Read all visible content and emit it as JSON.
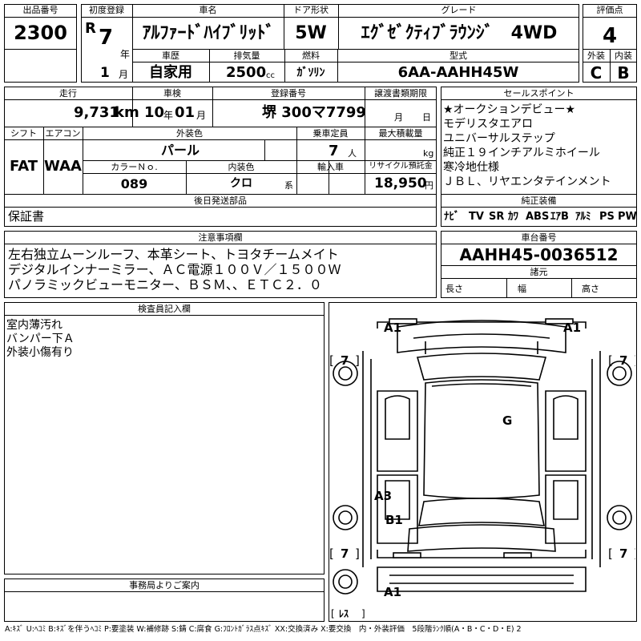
{
  "top": {
    "lot_label": "出品番号",
    "lot_value": "2300",
    "first_reg_label": "初度登録",
    "era_letter": "R",
    "year_value": "7",
    "year_unit": "年",
    "month_value": "1",
    "month_unit": "月",
    "car_name_label": "車名",
    "car_name_value": "ｱﾙﾌｧｰﾄﾞﾊｲﾌﾞﾘｯﾄﾞ",
    "door_label": "ドア形状",
    "door_value": "5W",
    "grade_label": "グレード",
    "grade_value": "ｴｸﾞｾﾞｸﾃｨﾌﾞﾗｳﾝｼﾞ　4WD",
    "score_label": "評価点",
    "score_value": "4",
    "history_label": "車歴",
    "history_value": "自家用",
    "displacement_label": "排気量",
    "displacement_value": "2500",
    "displacement_unit": "cc",
    "fuel_label": "燃料",
    "fuel_value": "ｶﾞｿﾘﾝ",
    "model_label": "型式",
    "model_value": "6AA-AAHH45W",
    "ext_grade_label": "外装",
    "ext_grade_value": "C",
    "int_grade_label": "内装",
    "int_grade_value": "B"
  },
  "mid": {
    "mileage_label": "走行",
    "mileage_value": "9,731",
    "mileage_unit": "km",
    "inspection_label": "車検",
    "insp_year": "10",
    "insp_year_unit": "年",
    "insp_month": "01",
    "insp_month_unit": "月",
    "plate_label": "登録番号",
    "plate_value": "堺 300マ7799",
    "transfer_label": "譲渡書類期限",
    "transfer_month_unit": "月",
    "transfer_day_unit": "日",
    "shift_label": "シフト",
    "shift_value": "FAT",
    "ac_label": "エアコン",
    "ac_value": "WAA",
    "ext_color_label": "外装色",
    "ext_color_value": "パール",
    "capacity_label": "乗車定員",
    "capacity_value": "7",
    "capacity_unit": "人",
    "load_label": "最大積載量",
    "load_unit": "kg",
    "color_no_label": "カラーＮｏ.",
    "color_no_value": "089",
    "int_color_label": "内装色",
    "int_color_value": "クロ",
    "int_color_unit": "系",
    "import_label": "輸入車",
    "recycle_label": "リサイクル預託金",
    "recycle_value": "18,950",
    "recycle_unit": "円",
    "later_parts_label": "後日発送部品",
    "later_parts_value": "保証書"
  },
  "sales": {
    "label": "セールスポイント",
    "lines": [
      "★オークションデビュー★",
      "モデリスタエアロ",
      "ユニバーサルステップ",
      "純正１９インチアルミホイール",
      "寒冷地仕様",
      "ＪＢＬ、リヤエンタテインメント"
    ]
  },
  "equipment": {
    "label": "純正装備",
    "items": [
      "ﾅﾋﾞ",
      "TV",
      "SR",
      "ｶﾜ",
      "ABS",
      "ｴｱB",
      "ｱﾙﾐ",
      "PS",
      "PW"
    ]
  },
  "notes": {
    "label": "注意事項欄",
    "lines": [
      "左右独立ムーンルーフ、本革シート、トヨタチームメイト",
      "デジタルインナーミラー、ＡＣ電源１００Ｖ／１５００Ｗ",
      "パノラミックビューモニター、ＢＳＭ、、ＥＴＣ２．０"
    ]
  },
  "chassis": {
    "label": "車台番号",
    "value": "AAHH45-0036512",
    "dims_label": "諸元",
    "length_label": "長さ",
    "width_label": "幅",
    "height_label": "高さ"
  },
  "inspector": {
    "label": "検査員記入欄",
    "lines": [
      "室内薄汚れ",
      "バンパー下Ａ",
      "外装小傷有り"
    ]
  },
  "office": {
    "label": "事務局よりご案内"
  },
  "diagram": {
    "marks": {
      "front_left": "A1",
      "front_right": "A1",
      "roof": "G",
      "left_side": "A3",
      "left_rear": "B1",
      "rear": "A1"
    },
    "tire_labels": {
      "fl": "7",
      "fr": "7",
      "rl": "7",
      "rr": "7",
      "spare": "ﾚｽ"
    }
  },
  "legend": "A:ｷｽﾞ U:ﾍｺﾐ B:ｷｽﾞを伴うﾍｺﾐ P:要塗装 W:補修跡 S:錆 C:腐食 G:ﾌﾛﾝﾄｶﾞﾗｽ点ｷｽﾞ XX:交換済み X:要交換　内・外装評価　5段階ﾗﾝｸ順(A・B・C・D・E) 2"
}
